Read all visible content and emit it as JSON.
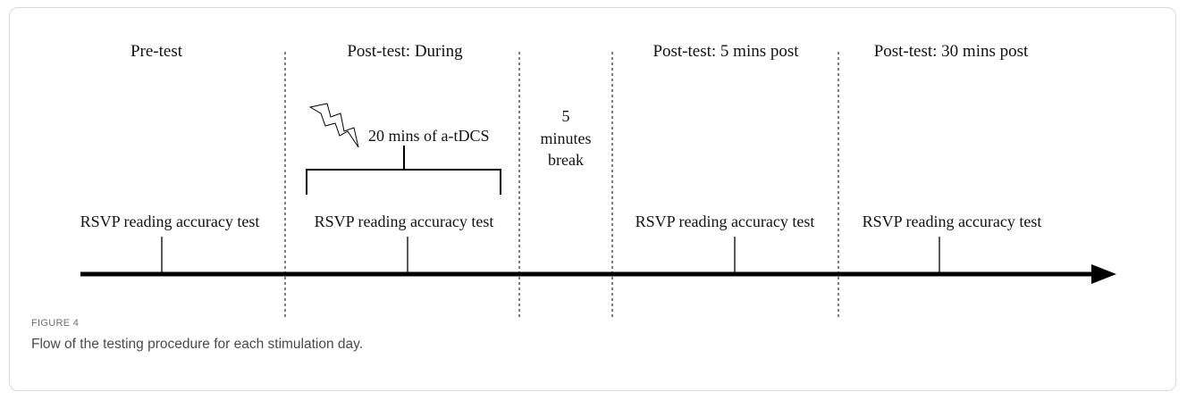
{
  "figure": {
    "label": "FIGURE 4",
    "caption": "Flow of the testing procedure for each stimulation day."
  },
  "phases": [
    {
      "title": "Pre-test",
      "test_label": "RSVP reading accuracy test"
    },
    {
      "title": "Post-test: During",
      "test_label": "RSVP reading accuracy test"
    },
    {
      "title": "Post-test: 5 mins post",
      "test_label": "RSVP reading accuracy test"
    },
    {
      "title": "Post-test: 30 mins post",
      "test_label": "RSVP reading accuracy test"
    }
  ],
  "stimulation": {
    "label": "20 mins of a-tDCS",
    "icon": "lightning-bolt-icon"
  },
  "break_period": {
    "lines": [
      "5",
      "minutes",
      "break"
    ]
  },
  "colors": {
    "line": "#000000",
    "divider": "#000000",
    "caption": "#4a4a4a",
    "label": "#6f6f6f"
  }
}
